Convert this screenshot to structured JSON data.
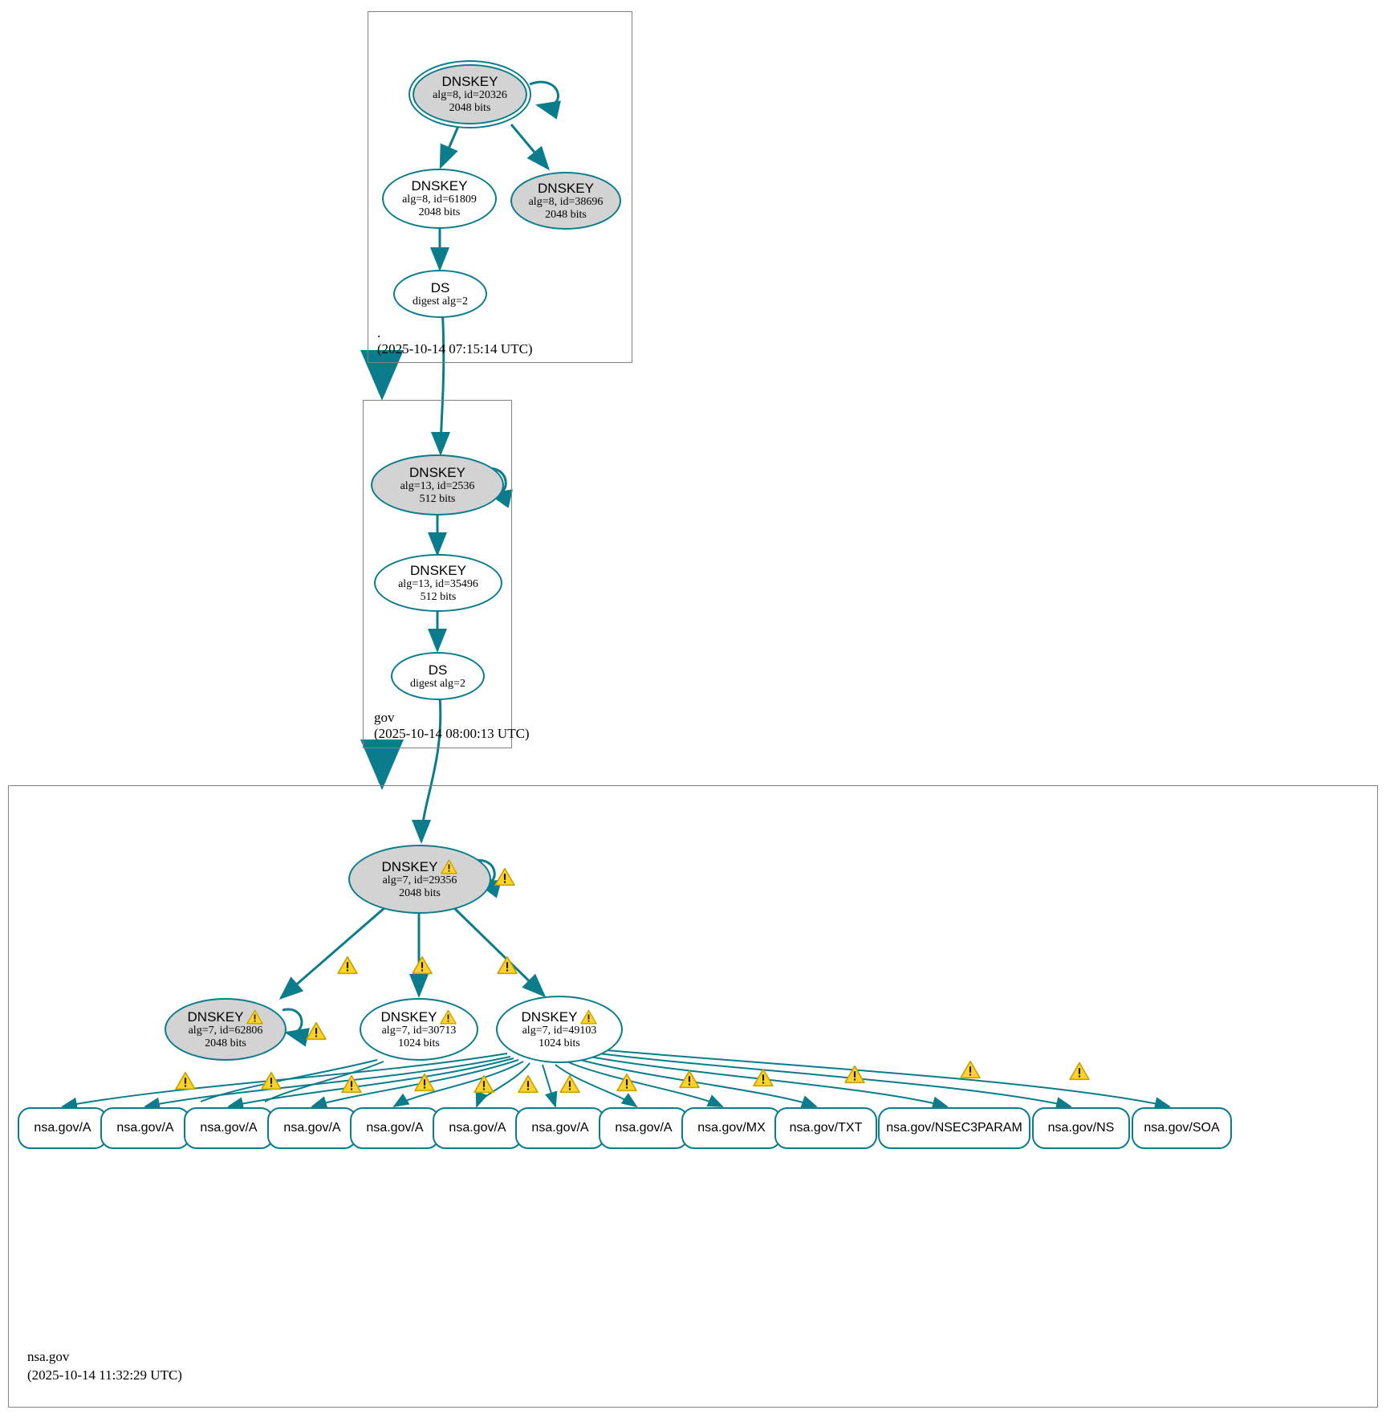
{
  "diagram": {
    "title": "DNSSEC authentication chain for nsa.gov",
    "colors": {
      "edge": "#0a7c8c",
      "node_border": "#0a7c8c",
      "node_fill_secure": "#d3d3d3",
      "node_fill_plain": "#ffffff",
      "cluster_border": "#808080",
      "warning_fill": "#ffd42a",
      "warning_border": "#c8a000",
      "text": "#000000",
      "background": "#ffffff"
    }
  },
  "zones": [
    {
      "id": "root",
      "name": ".",
      "timestamp": "(2025-10-14 07:15:14 UTC)"
    },
    {
      "id": "gov",
      "name": "gov",
      "timestamp": "(2025-10-14 08:00:13 UTC)"
    },
    {
      "id": "nsa_gov",
      "name": "nsa.gov",
      "timestamp": "(2025-10-14 11:32:29 UTC)"
    }
  ],
  "nodes": {
    "root_ksk": {
      "type": "DNSKEY",
      "label": "DNSKEY",
      "params": "alg=8, id=20326",
      "size": "2048 bits",
      "warning": false,
      "secure_fill": true,
      "double_ring": true,
      "self_sign": true
    },
    "root_zsk": {
      "type": "DNSKEY",
      "label": "DNSKEY",
      "params": "alg=8, id=61809",
      "size": "2048 bits",
      "warning": false,
      "secure_fill": false,
      "double_ring": false,
      "self_sign": false
    },
    "root_key_38696": {
      "type": "DNSKEY",
      "label": "DNSKEY",
      "params": "alg=8, id=38696",
      "size": "2048 bits",
      "warning": false,
      "secure_fill": true,
      "double_ring": false,
      "self_sign": false
    },
    "root_ds": {
      "type": "DS",
      "label": "DS",
      "params": "digest alg=2",
      "size": "",
      "warning": false,
      "secure_fill": false,
      "double_ring": false,
      "self_sign": false
    },
    "gov_ksk": {
      "type": "DNSKEY",
      "label": "DNSKEY",
      "params": "alg=13, id=2536",
      "size": "512 bits",
      "warning": false,
      "secure_fill": true,
      "double_ring": false,
      "self_sign": true
    },
    "gov_zsk": {
      "type": "DNSKEY",
      "label": "DNSKEY",
      "params": "alg=13, id=35496",
      "size": "512 bits",
      "warning": false,
      "secure_fill": false,
      "double_ring": false,
      "self_sign": false
    },
    "gov_ds": {
      "type": "DS",
      "label": "DS",
      "params": "digest alg=2",
      "size": "",
      "warning": false,
      "secure_fill": false,
      "double_ring": false,
      "self_sign": false
    },
    "nsa_ksk": {
      "type": "DNSKEY",
      "label": "DNSKEY",
      "params": "alg=7, id=29356",
      "size": "2048 bits",
      "warning": true,
      "secure_fill": true,
      "double_ring": false,
      "self_sign": true
    },
    "nsa_key_62806": {
      "type": "DNSKEY",
      "label": "DNSKEY",
      "params": "alg=7, id=62806",
      "size": "2048 bits",
      "warning": true,
      "secure_fill": true,
      "double_ring": false,
      "self_sign": true
    },
    "nsa_key_30713": {
      "type": "DNSKEY",
      "label": "DNSKEY",
      "params": "alg=7, id=30713",
      "size": "1024 bits",
      "warning": true,
      "secure_fill": false,
      "double_ring": false,
      "self_sign": false
    },
    "nsa_key_49103": {
      "type": "DNSKEY",
      "label": "DNSKEY",
      "params": "alg=7, id=49103",
      "size": "1024 bits",
      "warning": true,
      "secure_fill": false,
      "double_ring": false,
      "self_sign": false
    }
  },
  "rrsets": [
    {
      "id": "rr0",
      "label": "nsa.gov/A"
    },
    {
      "id": "rr1",
      "label": "nsa.gov/A"
    },
    {
      "id": "rr2",
      "label": "nsa.gov/A"
    },
    {
      "id": "rr3",
      "label": "nsa.gov/A"
    },
    {
      "id": "rr4",
      "label": "nsa.gov/A"
    },
    {
      "id": "rr5",
      "label": "nsa.gov/A"
    },
    {
      "id": "rr6",
      "label": "nsa.gov/A"
    },
    {
      "id": "rr7",
      "label": "nsa.gov/A"
    },
    {
      "id": "rr8",
      "label": "nsa.gov/MX"
    },
    {
      "id": "rr9",
      "label": "nsa.gov/TXT"
    },
    {
      "id": "rr10",
      "label": "nsa.gov/NSEC3PARAM"
    },
    {
      "id": "rr11",
      "label": "nsa.gov/NS"
    },
    {
      "id": "rr12",
      "label": "nsa.gov/SOA"
    }
  ],
  "icons": {
    "warning": "warning-triangle-icon"
  }
}
